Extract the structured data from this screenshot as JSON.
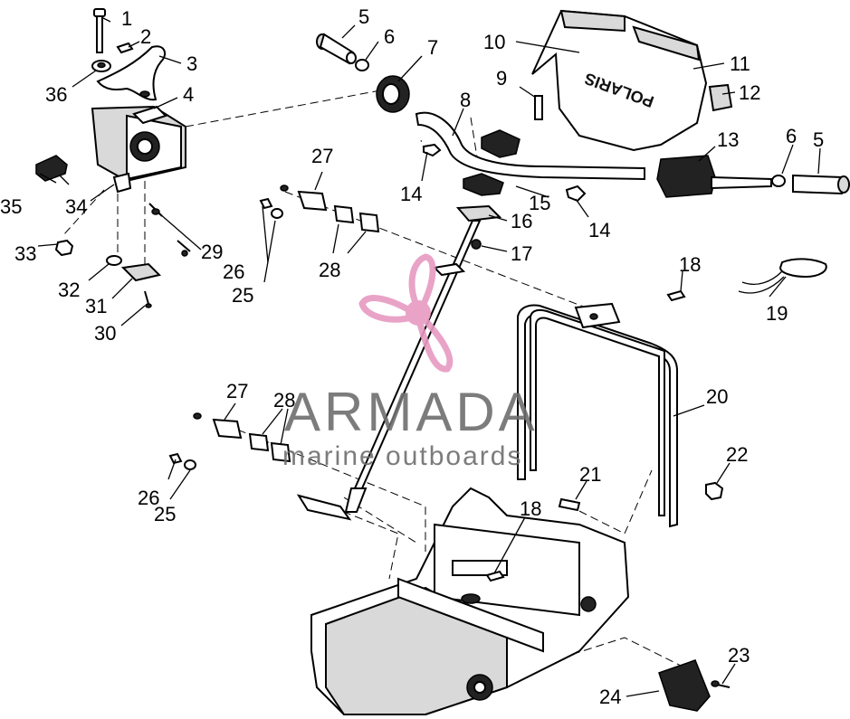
{
  "callouts": [
    {
      "id": "1",
      "label": "1"
    },
    {
      "id": "2",
      "label": "2"
    },
    {
      "id": "3",
      "label": "3"
    },
    {
      "id": "4",
      "label": "4"
    },
    {
      "id": "5a",
      "label": "5"
    },
    {
      "id": "5b",
      "label": "5"
    },
    {
      "id": "6a",
      "label": "6"
    },
    {
      "id": "6b",
      "label": "6"
    },
    {
      "id": "7",
      "label": "7"
    },
    {
      "id": "8",
      "label": "8"
    },
    {
      "id": "9",
      "label": "9"
    },
    {
      "id": "10",
      "label": "10"
    },
    {
      "id": "11",
      "label": "11"
    },
    {
      "id": "12",
      "label": "12"
    },
    {
      "id": "13",
      "label": "13"
    },
    {
      "id": "14a",
      "label": "14"
    },
    {
      "id": "14b",
      "label": "14"
    },
    {
      "id": "15",
      "label": "15"
    },
    {
      "id": "16",
      "label": "16"
    },
    {
      "id": "17",
      "label": "17"
    },
    {
      "id": "18a",
      "label": "18"
    },
    {
      "id": "18b",
      "label": "18"
    },
    {
      "id": "19",
      "label": "19"
    },
    {
      "id": "20",
      "label": "20"
    },
    {
      "id": "21",
      "label": "21"
    },
    {
      "id": "22",
      "label": "22"
    },
    {
      "id": "23",
      "label": "23"
    },
    {
      "id": "24",
      "label": "24"
    },
    {
      "id": "25a",
      "label": "25"
    },
    {
      "id": "25b",
      "label": "25"
    },
    {
      "id": "26a",
      "label": "26"
    },
    {
      "id": "26b",
      "label": "26"
    },
    {
      "id": "27a",
      "label": "27"
    },
    {
      "id": "27b",
      "label": "27"
    },
    {
      "id": "28a",
      "label": "28"
    },
    {
      "id": "28b",
      "label": "28"
    },
    {
      "id": "29",
      "label": "29"
    },
    {
      "id": "30",
      "label": "30"
    },
    {
      "id": "31",
      "label": "31"
    },
    {
      "id": "32",
      "label": "32"
    },
    {
      "id": "33",
      "label": "33"
    },
    {
      "id": "34",
      "label": "34"
    },
    {
      "id": "35",
      "label": "35"
    },
    {
      "id": "36",
      "label": "36"
    }
  ],
  "hood": {
    "brand_text": "POLARIS"
  },
  "watermark": {
    "name": "ARMADA",
    "tagline": "marine outboards",
    "logo_color": "#e79ac2",
    "text_color": "#6e6e6e"
  }
}
